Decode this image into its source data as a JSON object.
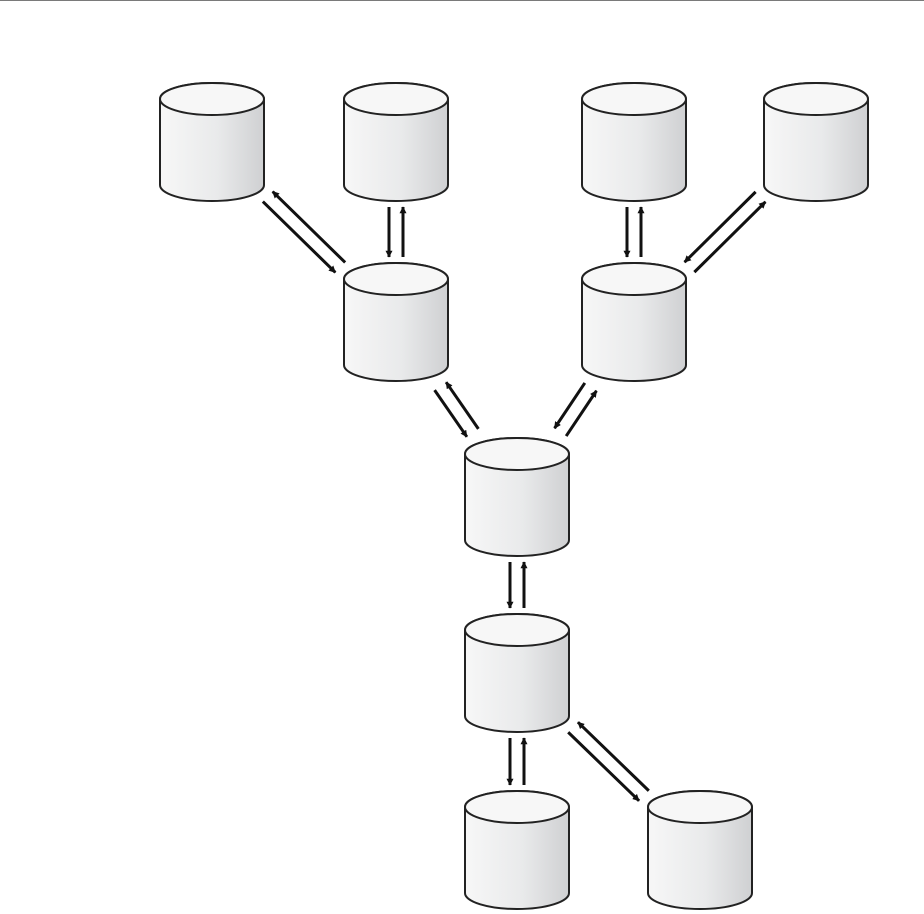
{
  "diagram": {
    "nodes": [
      {
        "id": "leaf-top-1"
      },
      {
        "id": "leaf-top-2"
      },
      {
        "id": "leaf-top-3"
      },
      {
        "id": "leaf-top-4"
      },
      {
        "id": "mid-left"
      },
      {
        "id": "mid-right"
      },
      {
        "id": "hub"
      },
      {
        "id": "lower-hub"
      },
      {
        "id": "leaf-bottom-1"
      },
      {
        "id": "leaf-bottom-2"
      }
    ],
    "links": [
      {
        "a": "leaf-top-1",
        "b": "mid-left",
        "bidirectional": true
      },
      {
        "a": "leaf-top-2",
        "b": "mid-left",
        "bidirectional": true
      },
      {
        "a": "leaf-top-3",
        "b": "mid-right",
        "bidirectional": true
      },
      {
        "a": "leaf-top-4",
        "b": "mid-right",
        "bidirectional": true
      },
      {
        "a": "mid-left",
        "b": "hub",
        "bidirectional": true
      },
      {
        "a": "mid-right",
        "b": "hub",
        "bidirectional": true
      },
      {
        "a": "hub",
        "b": "lower-hub",
        "bidirectional": true
      },
      {
        "a": "lower-hub",
        "b": "leaf-bottom-1",
        "bidirectional": true
      },
      {
        "a": "lower-hub",
        "b": "leaf-bottom-2",
        "bidirectional": true
      }
    ],
    "colors": {
      "cylinder_light": "#f7f7f7",
      "cylinder_dark": "#cfd0d2",
      "outline": "#222222",
      "arrow": "#111111"
    }
  }
}
